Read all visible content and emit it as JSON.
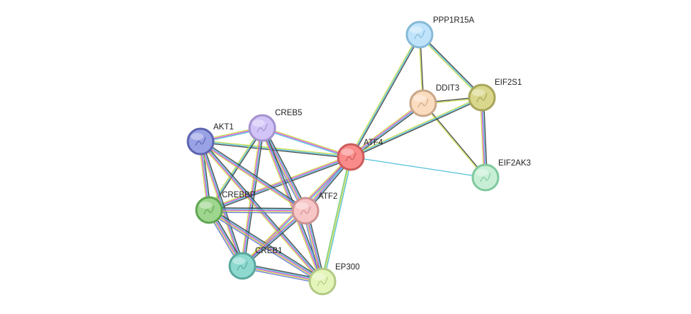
{
  "network": {
    "nodes": [
      {
        "id": "ppp1r15a",
        "label": "PPP1R15A",
        "color": "#bfe3fb",
        "stroke": "#86b9d6",
        "icon": "protein-structure-icon"
      },
      {
        "id": "ddit3",
        "label": "DDIT3",
        "color": "#fbdcbf",
        "stroke": "#c9a88a",
        "icon": "protein-structure-icon"
      },
      {
        "id": "eif2s1",
        "label": "EIF2S1",
        "color": "#d9d78b",
        "stroke": "#a8a55b",
        "icon": "protein-structure-icon"
      },
      {
        "id": "atf4",
        "label": "ATF4",
        "color": "#f98b8b",
        "stroke": "#cc5b5b",
        "icon": "protein-structure-icon"
      },
      {
        "id": "eif2ak3",
        "label": "EIF2AK3",
        "color": "#c8efd6",
        "stroke": "#7fc99d",
        "icon": "protein-structure-icon"
      },
      {
        "id": "creb5",
        "label": "CREB5",
        "color": "#d3c4f7",
        "stroke": "#a392cf",
        "icon": "protein-structure-icon"
      },
      {
        "id": "akt1",
        "label": "AKT1",
        "color": "#9aa2e6",
        "stroke": "#5d64b0",
        "icon": "protein-structure-icon"
      },
      {
        "id": "crebbp",
        "label": "CREBBP",
        "color": "#9fd68f",
        "stroke": "#5ea651",
        "icon": "protein-structure-icon"
      },
      {
        "id": "atf2",
        "label": "ATF2",
        "color": "#f7c6c6",
        "stroke": "#cf9393",
        "icon": "protein-structure-icon"
      },
      {
        "id": "creb1",
        "label": "CREB1",
        "color": "#8ed9cf",
        "stroke": "#5aa89e",
        "icon": "protein-structure-icon"
      },
      {
        "id": "ep300",
        "label": "EP300",
        "color": "#e3f5b8",
        "stroke": "#b2c985",
        "icon": "protein-structure-icon"
      }
    ],
    "edge_colors": {
      "black": "#333333",
      "cyan": "#3fb8d6",
      "magenta": "#d33fd3",
      "yellow": "#c6d93f",
      "blue": "#5b6de0",
      "green": "#63c063"
    },
    "edges": [
      {
        "source": "ppp1r15a",
        "target": "ddit3",
        "types": [
          "black",
          "yellow"
        ]
      },
      {
        "source": "ppp1r15a",
        "target": "eif2s1",
        "types": [
          "black",
          "cyan",
          "yellow"
        ]
      },
      {
        "source": "ppp1r15a",
        "target": "atf4",
        "types": [
          "black",
          "cyan",
          "yellow"
        ]
      },
      {
        "source": "ddit3",
        "target": "eif2s1",
        "types": [
          "black",
          "yellow"
        ]
      },
      {
        "source": "ddit3",
        "target": "atf4",
        "types": [
          "black",
          "cyan",
          "magenta",
          "yellow"
        ]
      },
      {
        "source": "ddit3",
        "target": "eif2ak3",
        "types": [
          "black",
          "yellow"
        ]
      },
      {
        "source": "eif2s1",
        "target": "atf4",
        "types": [
          "black",
          "cyan",
          "yellow"
        ]
      },
      {
        "source": "eif2s1",
        "target": "eif2ak3",
        "types": [
          "black",
          "cyan",
          "magenta",
          "yellow"
        ]
      },
      {
        "source": "atf4",
        "target": "eif2ak3",
        "types": [
          "cyan"
        ]
      },
      {
        "source": "atf4",
        "target": "creb5",
        "types": [
          "cyan",
          "magenta",
          "yellow"
        ]
      },
      {
        "source": "atf4",
        "target": "akt1",
        "types": [
          "black",
          "cyan",
          "yellow"
        ]
      },
      {
        "source": "atf4",
        "target": "crebbp",
        "types": [
          "black",
          "cyan",
          "magenta",
          "yellow"
        ]
      },
      {
        "source": "atf4",
        "target": "atf2",
        "types": [
          "black",
          "cyan",
          "magenta",
          "yellow"
        ]
      },
      {
        "source": "atf4",
        "target": "creb1",
        "types": [
          "cyan",
          "magenta",
          "yellow"
        ]
      },
      {
        "source": "atf4",
        "target": "ep300",
        "types": [
          "cyan",
          "yellow",
          "green"
        ]
      },
      {
        "source": "creb5",
        "target": "akt1",
        "types": [
          "cyan",
          "magenta",
          "yellow"
        ]
      },
      {
        "source": "creb5",
        "target": "crebbp",
        "types": [
          "black",
          "cyan",
          "yellow"
        ]
      },
      {
        "source": "creb5",
        "target": "atf2",
        "types": [
          "black",
          "cyan",
          "magenta",
          "yellow",
          "blue"
        ]
      },
      {
        "source": "creb5",
        "target": "creb1",
        "types": [
          "black",
          "cyan",
          "magenta",
          "yellow"
        ]
      },
      {
        "source": "creb5",
        "target": "ep300",
        "types": [
          "black",
          "cyan",
          "magenta",
          "yellow"
        ]
      },
      {
        "source": "akt1",
        "target": "crebbp",
        "types": [
          "black",
          "cyan",
          "magenta",
          "yellow"
        ]
      },
      {
        "source": "akt1",
        "target": "atf2",
        "types": [
          "black",
          "cyan",
          "magenta",
          "yellow"
        ]
      },
      {
        "source": "akt1",
        "target": "creb1",
        "types": [
          "black",
          "cyan",
          "magenta",
          "yellow"
        ]
      },
      {
        "source": "akt1",
        "target": "ep300",
        "types": [
          "black",
          "cyan",
          "magenta",
          "yellow"
        ]
      },
      {
        "source": "crebbp",
        "target": "atf2",
        "types": [
          "black",
          "cyan",
          "magenta",
          "yellow",
          "blue"
        ]
      },
      {
        "source": "crebbp",
        "target": "creb1",
        "types": [
          "black",
          "cyan",
          "magenta",
          "yellow",
          "blue"
        ]
      },
      {
        "source": "crebbp",
        "target": "ep300",
        "types": [
          "black",
          "cyan",
          "magenta",
          "yellow",
          "blue"
        ]
      },
      {
        "source": "atf2",
        "target": "creb1",
        "types": [
          "black",
          "cyan",
          "magenta",
          "yellow"
        ]
      },
      {
        "source": "atf2",
        "target": "ep300",
        "types": [
          "black",
          "cyan",
          "magenta",
          "yellow",
          "blue"
        ]
      },
      {
        "source": "creb1",
        "target": "ep300",
        "types": [
          "black",
          "cyan",
          "magenta",
          "yellow",
          "blue"
        ]
      }
    ]
  }
}
